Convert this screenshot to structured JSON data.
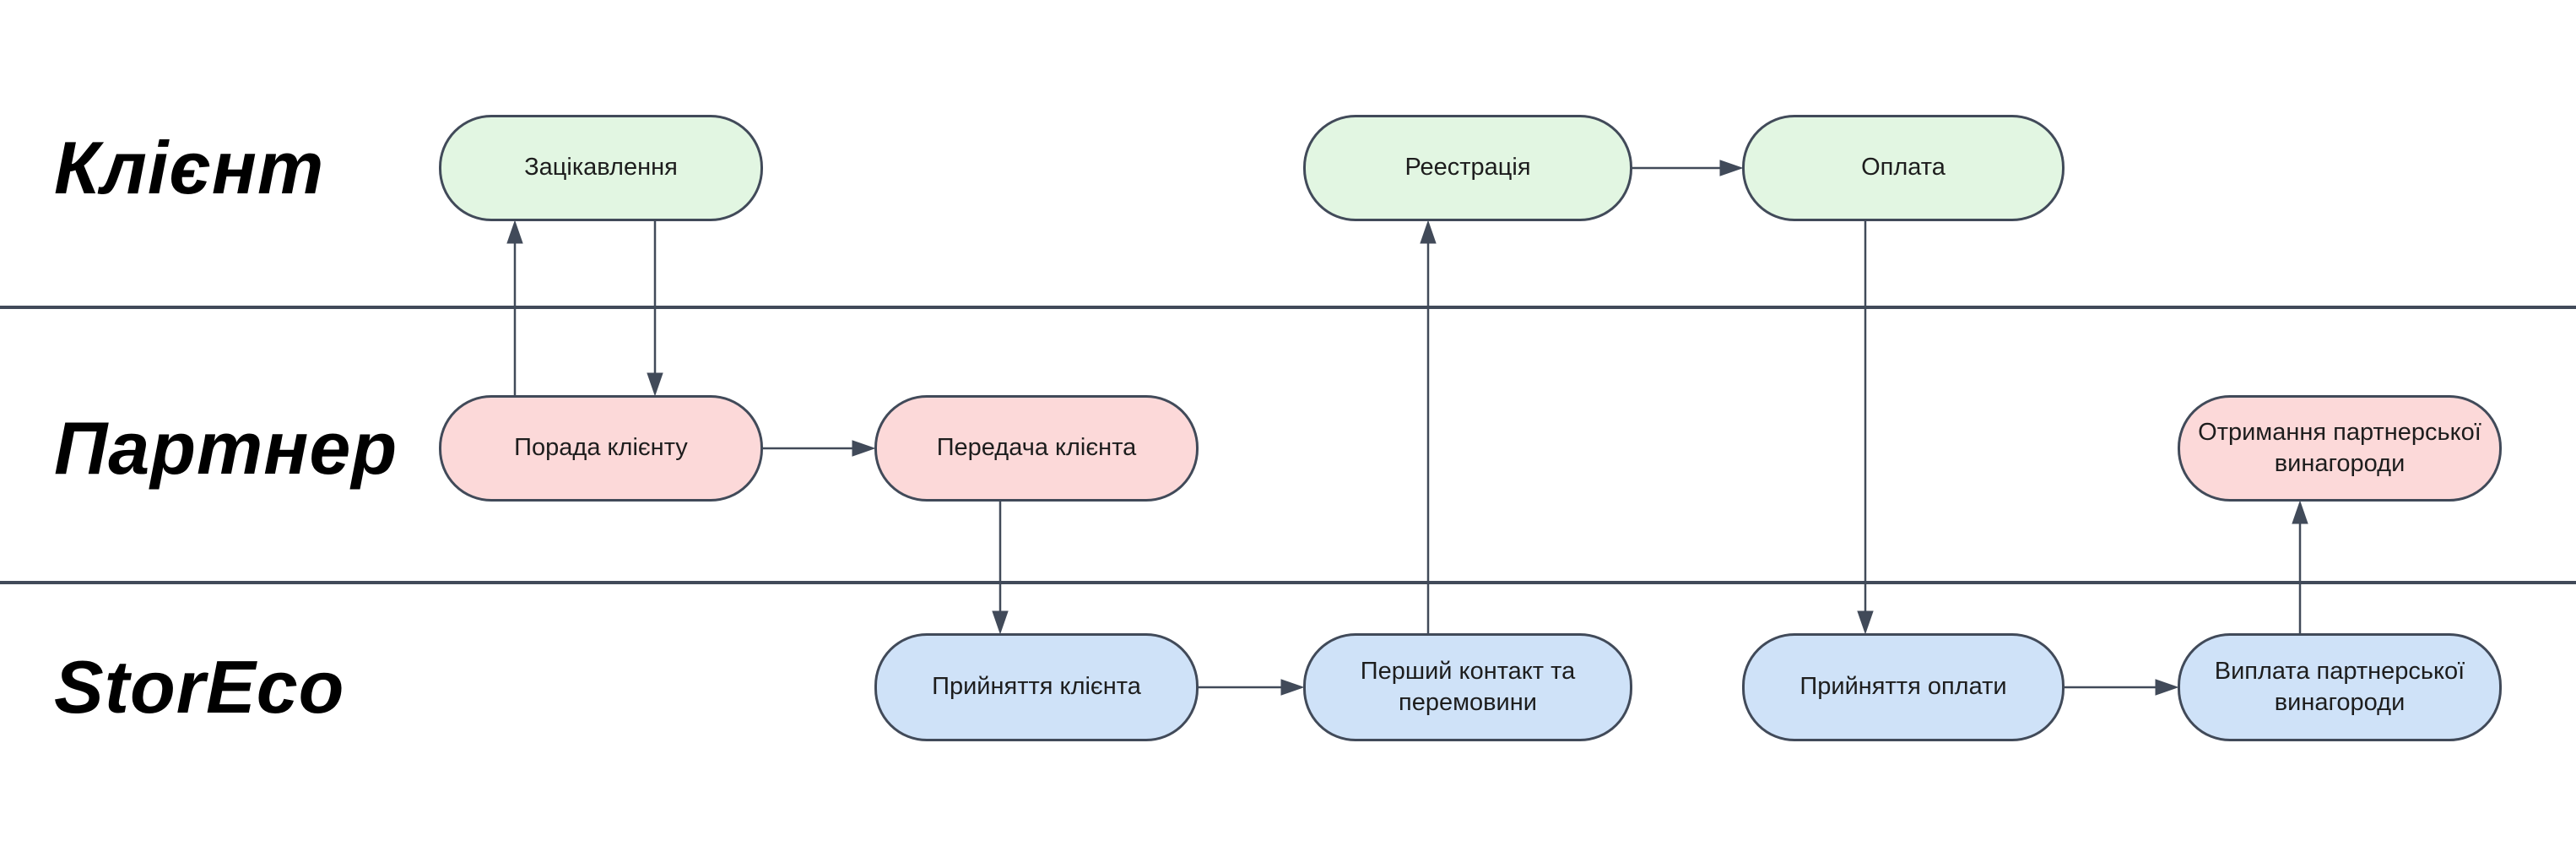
{
  "diagram": {
    "type": "swimlane-flowchart",
    "background_color": "#ffffff",
    "line_color": "#414a59",
    "node_text_color": "#1d1d1d",
    "lane_label_color": "#000000",
    "lanes": [
      {
        "id": "client",
        "label": "Клієнт",
        "node_fill": "#e2f6e2"
      },
      {
        "id": "partner",
        "label": "Партнер",
        "node_fill": "#fcd9d9"
      },
      {
        "id": "storeco",
        "label": "StorEco",
        "node_fill": "#cfe2f8"
      }
    ],
    "nodes": [
      {
        "id": "interest",
        "lane": "client",
        "label": "Зацікавлення"
      },
      {
        "id": "registration",
        "lane": "client",
        "label": "Реестрація"
      },
      {
        "id": "payment",
        "lane": "client",
        "label": "Оплата"
      },
      {
        "id": "advice",
        "lane": "partner",
        "label": "Порада клієнту"
      },
      {
        "id": "handover",
        "lane": "partner",
        "label": "Передача клієнта"
      },
      {
        "id": "reward_receive",
        "lane": "partner",
        "label": "Отримання партнерської винагороди"
      },
      {
        "id": "client_accept",
        "lane": "storeco",
        "label": "Прийняття клієнта"
      },
      {
        "id": "first_contact",
        "lane": "storeco",
        "label": "Перший контакт та перемовини"
      },
      {
        "id": "payment_accept",
        "lane": "storeco",
        "label": "Прийняття оплати"
      },
      {
        "id": "reward_payout",
        "lane": "storeco",
        "label": "Виплата партнерської винагороди"
      }
    ],
    "edges": [
      {
        "from": "advice",
        "to": "interest"
      },
      {
        "from": "interest",
        "to": "advice"
      },
      {
        "from": "advice",
        "to": "handover"
      },
      {
        "from": "handover",
        "to": "client_accept"
      },
      {
        "from": "client_accept",
        "to": "first_contact"
      },
      {
        "from": "first_contact",
        "to": "registration"
      },
      {
        "from": "registration",
        "to": "payment"
      },
      {
        "from": "payment",
        "to": "payment_accept"
      },
      {
        "from": "payment_accept",
        "to": "reward_payout"
      },
      {
        "from": "reward_payout",
        "to": "reward_receive"
      }
    ]
  }
}
